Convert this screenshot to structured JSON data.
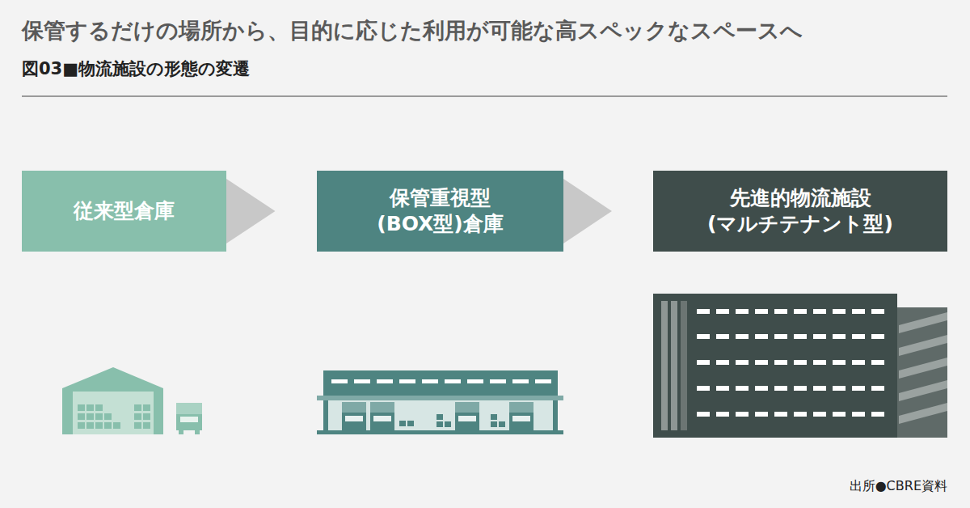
{
  "diagram": {
    "title": "保管するだけの場所から、目的に応じた利用が可能な高スペックなスペースへ",
    "caption": "図03■物流施設の形態の変遷",
    "nodes": [
      {
        "text": [
          "従来型倉庫"
        ]
      },
      {
        "text": [
          "保管重視型 (BOX型)倉庫"
        ]
      },
      {
        "text": [
          "先進的物流施設 (マルチテナント型)"
        ]
      }
    ],
    "edges": [
      {
        "from": 0,
        "to": 1,
        "arrow": "to"
      },
      {
        "from": 1,
        "to": 2,
        "arrow": "to"
      }
    ],
    "labels": [
      "出所●CBRE資料"
    ]
  }
}
